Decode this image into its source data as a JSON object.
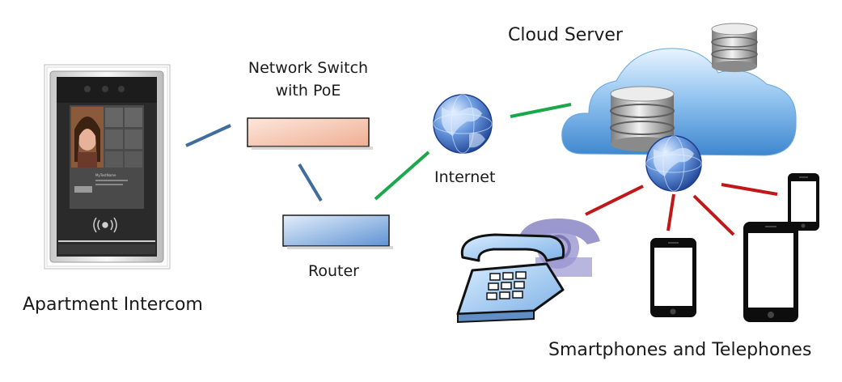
{
  "labels": {
    "network_switch_line1": "Network Switch",
    "network_switch_line2": "with PoE",
    "router": "Router",
    "internet": "Internet",
    "cloud_server": "Cloud Server",
    "apartment_intercom": "Apartment Intercom",
    "smartphones_telephones": "Smartphones and Telephones"
  },
  "colors": {
    "lan_link": "#3f6e9c",
    "internet_link": "#1aa84a",
    "device_link": "#c01818",
    "switch_fill": "#f4c0a8",
    "router_fill": "#a9c8ec",
    "cloud": "#6aa7de",
    "globe": "#2b56b8"
  },
  "intercom_screen": {
    "caller_name": "MyTestName"
  }
}
